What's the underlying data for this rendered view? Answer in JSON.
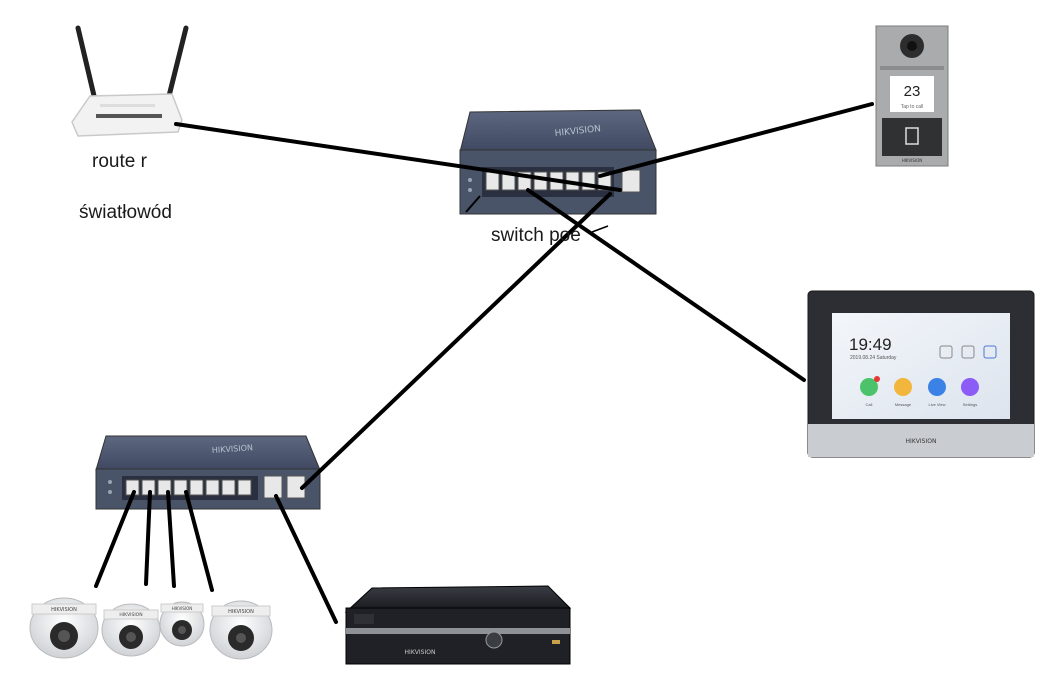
{
  "labels": {
    "router_line1": "route r",
    "router_line2": "światłowód",
    "switch_main": "switch poe"
  },
  "brand": "HIKVISION",
  "intercom": {
    "display_number": "23",
    "display_caption": "Tap to call"
  },
  "monitor": {
    "time": "19:49",
    "date": "2019.08.24  Saturday",
    "apps": [
      {
        "label": "Call",
        "color": "#4cc36a"
      },
      {
        "label": "Message",
        "color": "#f2b63c"
      },
      {
        "label": "Live View",
        "color": "#3b82e6"
      },
      {
        "label": "Settings",
        "color": "#8b5cf6"
      }
    ]
  },
  "colors": {
    "switch_body": "#4a5468",
    "wire": "#000000"
  }
}
